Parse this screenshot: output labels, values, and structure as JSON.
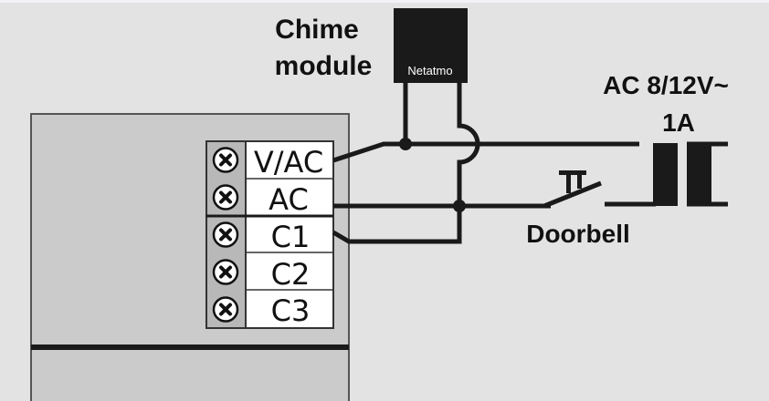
{
  "diagram": {
    "chime_module": {
      "label_line1": "Chime",
      "label_line2": "module",
      "brand": "Netatmo"
    },
    "terminal_block": {
      "terminals": [
        {
          "label": "V/AC",
          "icon": "screw-icon"
        },
        {
          "label": "AC",
          "icon": "screw-icon"
        },
        {
          "label": "C1",
          "icon": "screw-icon"
        },
        {
          "label": "C2",
          "icon": "screw-icon"
        },
        {
          "label": "C3",
          "icon": "screw-icon"
        }
      ]
    },
    "transformer": {
      "label_line1": "AC 8/12V~",
      "label_line2": "1A"
    },
    "doorbell": {
      "label": "Doorbell"
    },
    "colors": {
      "background": "#e3e3e3",
      "device": "#cbcbcb",
      "wire": "#1a1a1a",
      "terminal_face": "#ffffff",
      "screw_column": "#b8b8b8"
    }
  }
}
